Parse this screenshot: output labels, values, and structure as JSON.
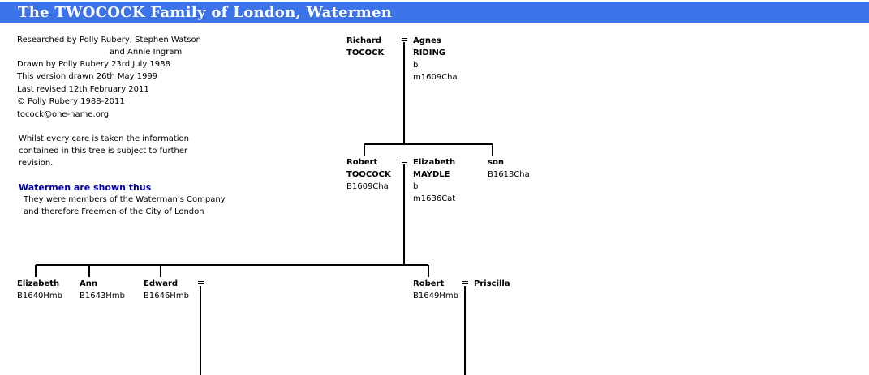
{
  "header": {
    "title": "The TWOCOCK Family of London, Watermen"
  },
  "notes": {
    "line1": "Researched by Polly Rubery, Stephen Watson",
    "line2": "and Annie Ingram",
    "line3": "Drawn by Polly Rubery 23rd July 1988",
    "line4": "This version drawn 26th May 1999",
    "line5": "Last revised 12th February 2011",
    "line6": "© Polly Rubery 1988-2011",
    "line7": "tocock@one-name.org",
    "disclaimer1": "Whilst every care is taken the information",
    "disclaimer2": "contained in this tree is subject to further",
    "disclaimer3": "revision.",
    "legend_title": "Watermen are shown thus",
    "legend1": "They were members of the Waterman's Company",
    "legend2": "and therefore Freemen of the City of London"
  },
  "gen1": {
    "husband": {
      "first": "Richard",
      "surname": "TOCOCK"
    },
    "wife": {
      "first": "Agnes",
      "surname": "RIDING",
      "born": "b",
      "married": "m1609Cha"
    }
  },
  "gen2": {
    "husband": {
      "first": "Robert",
      "surname": "TOOCOCK",
      "born": "B1609Cha"
    },
    "wife": {
      "first": "Elizabeth",
      "surname": "MAYDLE",
      "born": "b",
      "married": "m1636Cat"
    },
    "sibling": {
      "first": "son",
      "born": "B1613Cha"
    }
  },
  "gen3": {
    "elizabeth": {
      "first": "Elizabeth",
      "born": "B1640Hmb"
    },
    "ann": {
      "first": "Ann",
      "born": "B1643Hmb"
    },
    "edward": {
      "first": "Edward",
      "born": "B1646Hmb"
    },
    "robert": {
      "first": "Robert",
      "born": "B1649Hmb"
    },
    "priscilla": {
      "first": "Priscilla"
    }
  },
  "marriage_symbol": "=",
  "colors": {
    "title_bar": "#3d73e8",
    "legend": "#0000aa"
  }
}
